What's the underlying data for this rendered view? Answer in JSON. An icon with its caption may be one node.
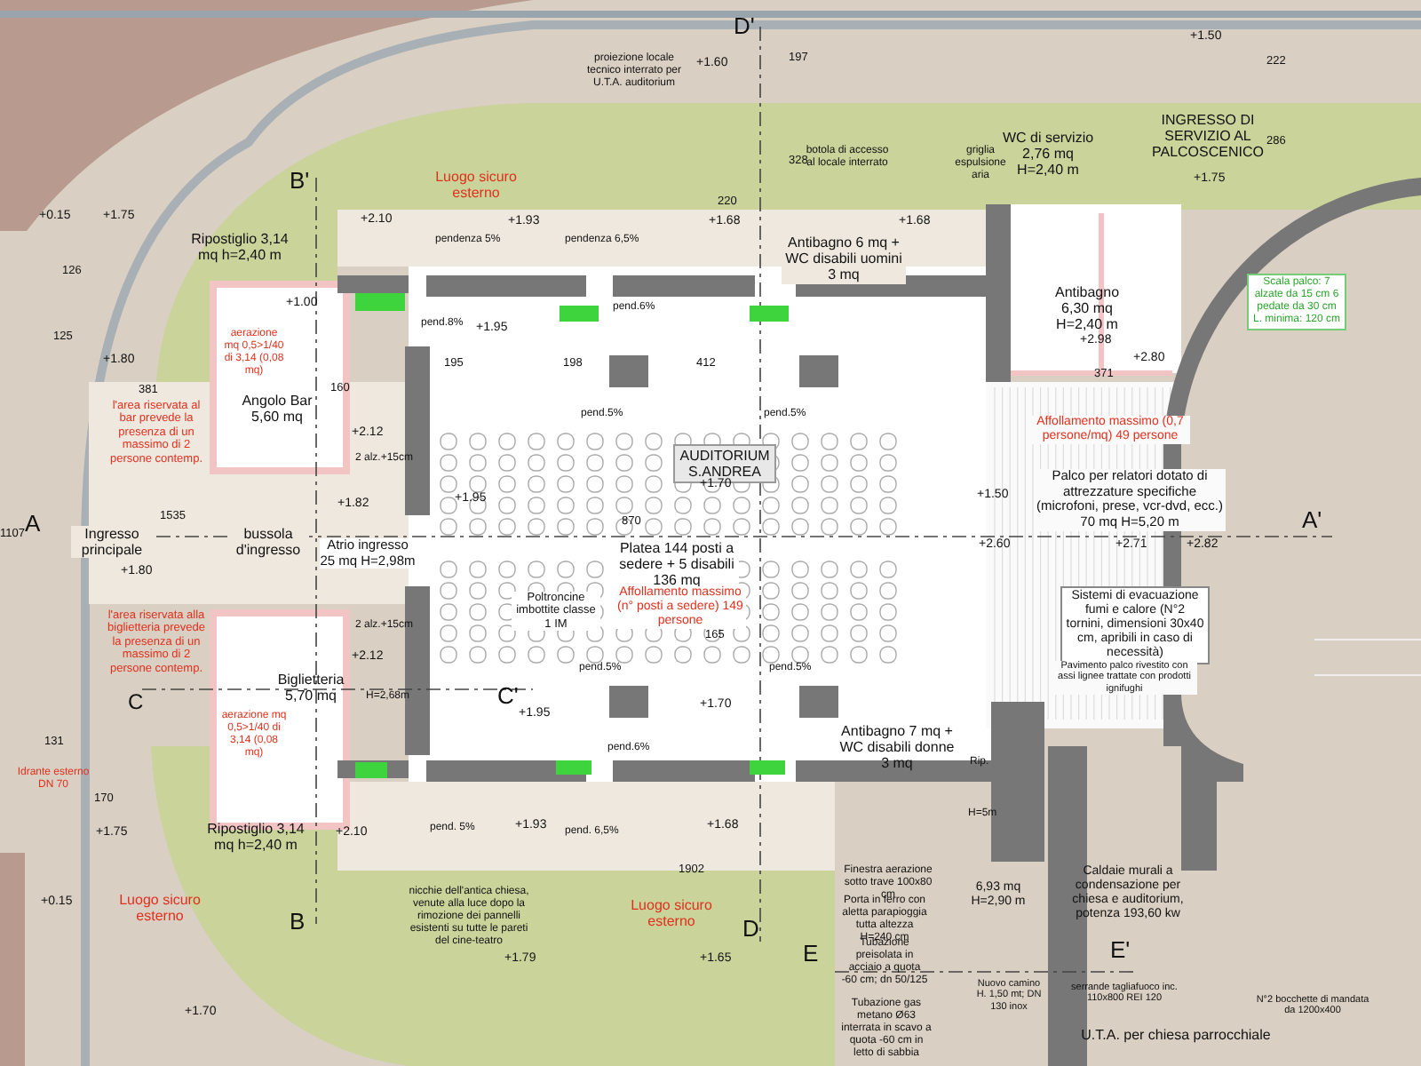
{
  "diagram": {
    "nodes": [
      {
        "text": [
          "Ripostiglio 3,14 mq h=2,40 m"
        ]
      },
      {
        "text": [
          "Angolo Bar 5,60 mq"
        ]
      },
      {
        "text": [
          "Ingresso principale"
        ]
      },
      {
        "text": [
          "bussola d'ingresso"
        ]
      },
      {
        "text": [
          "Atrio ingresso 25 mq H=2,98m"
        ]
      },
      {
        "text": [
          "AUDITORIUM S.ANDREA"
        ]
      },
      {
        "text": [
          "Platea 144 posti a sedere + 5 disabili 136 mq"
        ]
      },
      {
        "text": [
          "Affollamento massimo (n° posti a sedere) 149 persone"
        ]
      },
      {
        "text": [
          "Poltroncine imbottite classe 1 IM"
        ]
      },
      {
        "text": [
          "Biglietteria 5,70 mq"
        ]
      },
      {
        "text": [
          "Ripostiglio 3,14 mq h=2,40 m"
        ]
      },
      {
        "text": [
          "Antibagno 6 mq + WC disabili uomini 3 mq"
        ]
      },
      {
        "text": [
          "WC di servizio 2,76 mq H=2,40 m"
        ]
      },
      {
        "text": [
          "INGRESSO DI SERVIZIO AL PALCOSCENICO"
        ]
      },
      {
        "text": [
          "Antibagno 6,30 mq H=2,40 m"
        ]
      },
      {
        "text": [
          "Scala palco: 7 alzate da 15 cm 6 pedate da 30 cm L. minima: 120 cm"
        ]
      },
      {
        "text": [
          "Affollamento massimo (0,7 persone/mq) 49 persone"
        ]
      },
      {
        "text": [
          "Palco per relatori dotato di attrezzature specifiche (microfoni, prese, vcr-dvd, ecc.) 70 mq H=5,20 m"
        ]
      },
      {
        "text": [
          "Sistemi di evacuazione fumi e calore (N°2 tornini, dimensioni 30x40 cm, apribili in caso di necessità)"
        ]
      },
      {
        "text": [
          "Pavimento palco rivestito con assi lignee trattate con prodotti ignifughi"
        ]
      },
      {
        "text": [
          "Antibagno 7 mq + WC disabili donne 3 mq"
        ]
      },
      {
        "text": [
          "Luogo sicuro esterno"
        ]
      },
      {
        "text": [
          "Luogo sicuro esterno"
        ]
      },
      {
        "text": [
          "Luogo sicuro esterno"
        ]
      },
      {
        "text": [
          "nicchie dell'antica chiesa, venute alla luce dopo la rimozione dei pannelli esistenti su tutte le pareti del cine-teatro"
        ]
      },
      {
        "text": [
          "proiezione locale tecnico interrato per U.T.A. auditorium"
        ]
      },
      {
        "text": [
          "botola di accesso al locale interrato"
        ]
      },
      {
        "text": [
          "griglia espulsione aria"
        ]
      },
      {
        "text": [
          "l'area riservata al bar prevede la presenza di un massimo di 2 persone contemp."
        ]
      },
      {
        "text": [
          "l'area riservata alla biglietteria prevede la presenza di un massimo di 2 persone contemp."
        ]
      },
      {
        "text": [
          "aerazione mq 0,5>1/40 di 3,14 (0,08 mq)"
        ]
      },
      {
        "text": [
          "aerazione mq 0,5>1/40 di 3,14 (0,08 mq)"
        ]
      },
      {
        "text": [
          "Idrante esterno DN 70"
        ]
      },
      {
        "text": [
          "Finestra aerazione sotto trave 100x80 cm"
        ]
      },
      {
        "text": [
          "Porta in ferro con aletta parapioggia tutta altezza H=240 cm"
        ]
      },
      {
        "text": [
          "Tubazione preisolata in acciaio a quota -60 cm; dn 50/125"
        ]
      },
      {
        "text": [
          "Tubazione gas metano Ø63 interrata in scavo a quota -60 cm in letto di sabbia"
        ]
      },
      {
        "text": [
          "6,93 mq H=2,90 m"
        ]
      },
      {
        "text": [
          "Caldaie murali a condensazione per chiesa e auditorium, potenza 193,60 kw"
        ]
      },
      {
        "text": [
          "Nuovo camino H. 1,50 mt; DN 130 inox"
        ]
      },
      {
        "text": [
          "serrande tagliafuoco inc. 110x800 REI 120"
        ]
      },
      {
        "text": [
          "N°2 bocchette di mandata da 1200x400"
        ]
      },
      {
        "text": [
          "U.T.A. per chiesa parrocchiale"
        ]
      }
    ],
    "labels": [
      "A",
      "A'",
      "B'",
      "B",
      "C",
      "C'",
      "D'",
      "D",
      "E",
      "E'",
      "+0.15",
      "+1.75",
      "+1.80",
      "+1.60",
      "+1.50",
      "+1.75",
      "+2.10",
      "+1.93",
      "+1.68",
      "+1.68",
      "+1.00",
      "+1.95",
      "+2.12",
      "+1.82",
      "+1.95",
      "+1.70",
      "+1.50",
      "+2.60",
      "+2.71",
      "+2.82",
      "+2.98",
      "+2.80",
      "+2.12",
      "+1.95",
      "+1.70",
      "+1.80",
      "+1.75",
      "+0.15",
      "+1.70",
      "+2.10",
      "+1.93",
      "+1.68",
      "+1.79",
      "+1.65",
      "126",
      "125",
      "381",
      "1902",
      "195",
      "198",
      "412",
      "220",
      "197",
      "328",
      "222",
      "286",
      "371",
      "1107",
      "1535",
      "170",
      "131",
      "160",
      "870",
      "165",
      "pendenza 5%",
      "pendenza 6,5%",
      "pend. 5%",
      "pend. 6,5%",
      "pend.5%",
      "pend.5%",
      "pend.5%",
      "pend.5%",
      "pend.6%",
      "pend.6%",
      "pend.8%",
      "H=2,68m",
      "H=5m",
      "Rip.",
      "2 alz.+15cm",
      "2 alz.+15cm"
    ]
  }
}
